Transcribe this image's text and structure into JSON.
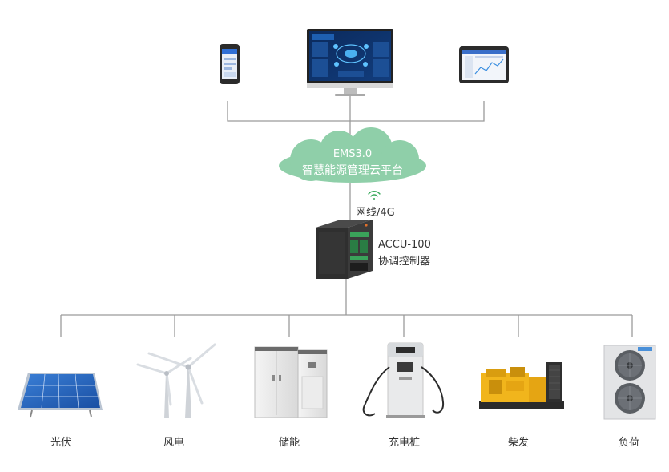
{
  "cloud": {
    "line1": "EMS3.0",
    "line2": "智慧能源管理云平台"
  },
  "network_label": "网线/4G",
  "controller": {
    "model": "ACCU-100",
    "name": "协调控制器"
  },
  "terminals": [
    "phone-icon",
    "monitor-icon",
    "tablet-icon"
  ],
  "devices": [
    {
      "key": "pv",
      "label": "光伏",
      "icon": "solar-panel-icon"
    },
    {
      "key": "wind",
      "label": "风电",
      "icon": "wind-turbine-icon"
    },
    {
      "key": "storage",
      "label": "储能",
      "icon": "energy-storage-cabinet-icon"
    },
    {
      "key": "charger",
      "label": "充电桩",
      "icon": "ev-charger-icon"
    },
    {
      "key": "diesel",
      "label": "柴发",
      "icon": "diesel-generator-icon"
    },
    {
      "key": "load",
      "label": "负荷",
      "icon": "hvac-load-icon"
    }
  ],
  "colors": {
    "cloud": "#8fcfa9",
    "line": "#9a9a9a",
    "wifi": "#3aaa5c"
  }
}
